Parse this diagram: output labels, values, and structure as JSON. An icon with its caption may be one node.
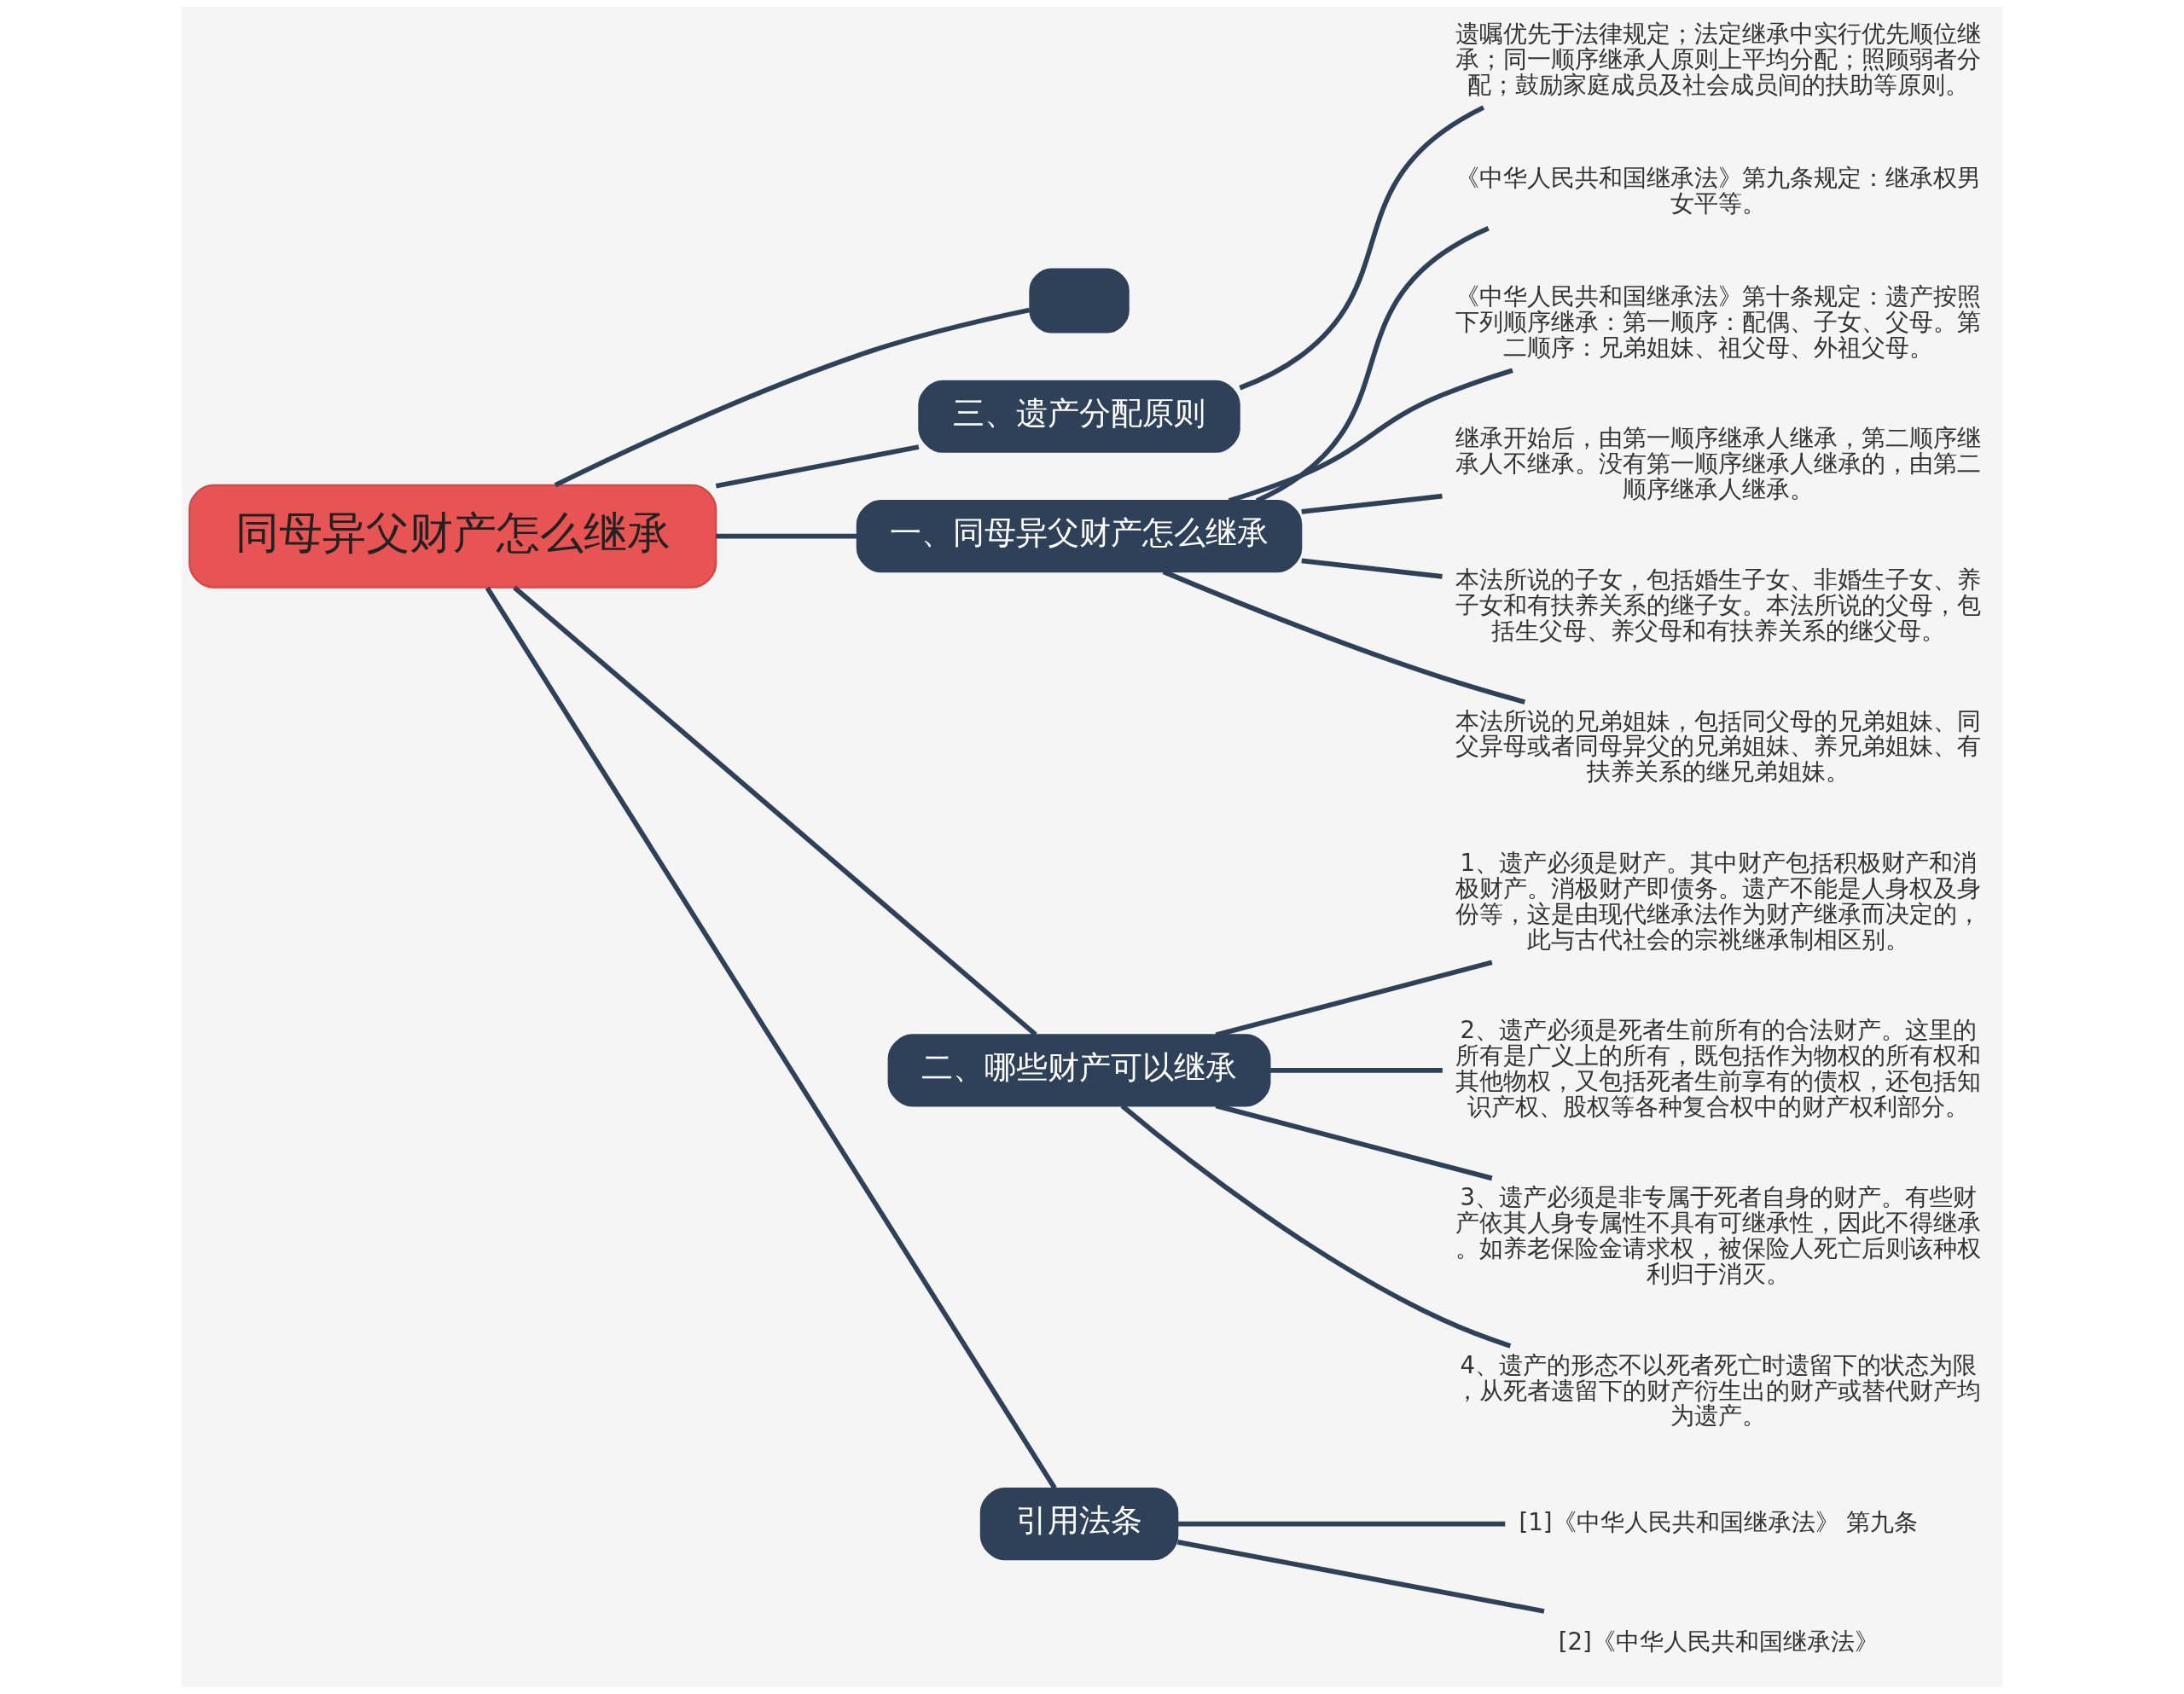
{
  "diagram": {
    "nodes": [
      {
        "text": [
          "同母异父财产怎么继承"
        ]
      },
      {
        "text": [],
        "shape": "box"
      },
      {
        "text": [
          "三、遗产分配原则"
        ]
      },
      {
        "text": [
          "遗嘱优先于法律规定；法定继承中实行优先顺位继承；同一顺序继承人原则上平均分配；照顾弱者分配；鼓励家庭成员及社会成员间的扶助等原则。"
        ]
      },
      {
        "text": [
          "一、同母异父财产怎么继承"
        ]
      },
      {
        "text": [
          "《中华人民共和国继承法》第九条规定：继承权男女平等。"
        ]
      },
      {
        "text": [
          "《中华人民共和国继承法》第十条规定：遗产按照下列顺序继承：第一顺序：配偶、子女、父母。第二顺序：兄弟姐妹、祖父母、外祖父母。"
        ]
      },
      {
        "text": [
          "继承开始后，由第一顺序继承人继承，第二顺序继承人不继承。没有第一顺序继承人继承的，由第二顺序继承人继承。"
        ]
      },
      {
        "text": [
          "本法所说的子女，包括婚生子女、非婚生子女、养子女和有扶养关系的继子女。本法所说的父母，包括生父母、养父母和有扶养关系的继父母。"
        ]
      },
      {
        "text": [
          "本法所说的兄弟姐妹，包括同父母的兄弟姐妹、同父异母或者同母异父的兄弟姐妹、养兄弟姐妹、有扶养关系的继兄弟姐妹。"
        ]
      },
      {
        "text": [
          "二、哪些财产可以继承"
        ]
      },
      {
        "text": [
          "1、遗产必须是财产。其中财产包括积极财产和消极财产。消极财产即债务。遗产不能是人身权及身份等，这是由现代继承法作为财产继承而决定的，此与古代社会的宗祧继承制相区别。"
        ]
      },
      {
        "text": [
          "2、遗产必须是死者生前所有的合法财产。这里的所有是广义上的所有，既包括作为物权的所有权和其他物权，又包括死者生前享有的债权，还包括知识产权、股权等各种复合权中的财产权利部分。"
        ]
      },
      {
        "text": [
          "3、遗产必须是非专属于死者自身的财产。有些财产依其人身专属性不具有可继承性，因此不得继承。如养老保险金请求权，被保险人死亡后则该种权利归于消灭。"
        ]
      },
      {
        "text": [
          "4、遗产的形态不以死者死亡时遗留下的状态为限，从死者遗留下的财产衍生出的财产或替代财产均为遗产。"
        ]
      },
      {
        "text": [
          "引用法条"
        ]
      },
      {
        "text": [
          "[1]《中华人民共和国继承法》 第九条"
        ]
      },
      {
        "text": [
          "[2]《中华人民共和国继承法》"
        ]
      }
    ],
    "edges": [
      {
        "from": 0,
        "to": 1,
        "arrow": "none"
      },
      {
        "from": 0,
        "to": 2,
        "arrow": "none"
      },
      {
        "from": 2,
        "to": 3,
        "arrow": "none"
      },
      {
        "from": 0,
        "to": 4,
        "arrow": "none"
      },
      {
        "from": 4,
        "to": 5,
        "arrow": "none"
      },
      {
        "from": 4,
        "to": 6,
        "arrow": "none"
      },
      {
        "from": 4,
        "to": 7,
        "arrow": "none"
      },
      {
        "from": 4,
        "to": 8,
        "arrow": "none"
      },
      {
        "from": 4,
        "to": 9,
        "arrow": "none"
      },
      {
        "from": 0,
        "to": 10,
        "arrow": "none"
      },
      {
        "from": 10,
        "to": 11,
        "arrow": "none"
      },
      {
        "from": 10,
        "to": 12,
        "arrow": "none"
      },
      {
        "from": 10,
        "to": 13,
        "arrow": "none"
      },
      {
        "from": 10,
        "to": 14,
        "arrow": "none"
      },
      {
        "from": 0,
        "to": 15,
        "arrow": "none"
      },
      {
        "from": 15,
        "to": 16,
        "arrow": "none"
      },
      {
        "from": 15,
        "to": 17,
        "arrow": "none"
      }
    ]
  }
}
